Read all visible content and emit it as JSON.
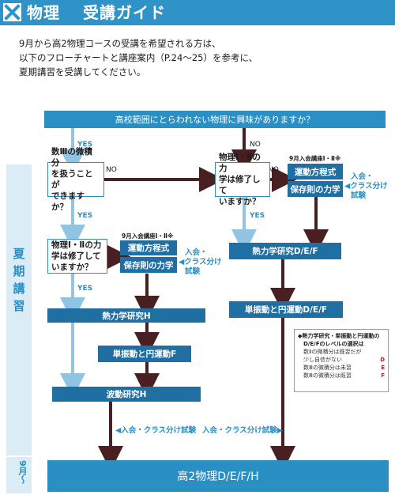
{
  "header": {
    "title": "物理　 受講ガイド"
  },
  "intro": [
    "9月から高2物理コースの受講を希望される方は、",
    "以下のフローチャートと講座案内（P.24〜25）を参考に、",
    "夏期講習を受講してください。"
  ],
  "season": {
    "summer": [
      "夏",
      "期",
      "講",
      "習"
    ],
    "sept": "9月〜"
  },
  "flow": {
    "top_question": "高校範囲にとらわれない物理に興味がありますか？",
    "yes": "YES",
    "no": "NO",
    "q_calc": [
      "数Ⅲの微積分",
      "を扱うことが",
      "できますか？"
    ],
    "q_phys_right": [
      "物理Ⅰ・Ⅱの力",
      "学は修了して",
      "いますか？"
    ],
    "q_phys_left": [
      "物理Ⅰ・Ⅱの力",
      "学は修了して",
      "いますか？"
    ],
    "sept_course": "9月入会講座Ⅰ・Ⅱ※",
    "motion_eq": "運動方程式",
    "conservation": "保存則の力学",
    "entry_test": [
      "入会・",
      "◀クラス分け",
      "試験"
    ],
    "thermo_h": "熱力学研究H",
    "circular_f": "単振動と円運動F",
    "wave_h": "波動研究H",
    "thermo_def": "熱力学研究D/E/F",
    "circular_def": "単振動と円運動D/E/F",
    "entry_left": "◀入会・クラス分け試験",
    "entry_right": "入会・クラス分け試験▶",
    "final": "高2物理D/E/F/H"
  },
  "legend": {
    "title": [
      "◆熱力学研究・単振動と円運動の",
      "D/E/Fのレベルの選択は"
    ],
    "rows": [
      {
        "label": "数Ⅱの微積分は既習だが",
        "value": ""
      },
      {
        "label": "少し自信がない",
        "value": "D"
      },
      {
        "label": "数Ⅲの微積分は未習",
        "value": "E"
      },
      {
        "label": "数Ⅲの微積分は既習",
        "value": "F"
      }
    ]
  },
  "colors": {
    "accent": "#2a8fc2",
    "dark": "#1f6fa3",
    "arrow": "#4a1f22",
    "yes_arrow": "#8fc4e3"
  }
}
